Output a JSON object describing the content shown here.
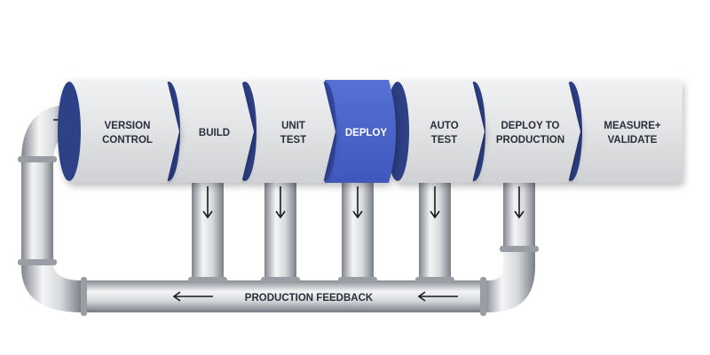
{
  "stages": [
    {
      "lines": [
        "VERSION",
        "CONTROL"
      ],
      "active": false
    },
    {
      "lines": [
        "BUILD"
      ],
      "active": false
    },
    {
      "lines": [
        "UNIT",
        "TEST"
      ],
      "active": false
    },
    {
      "lines": [
        "DEPLOY"
      ],
      "active": true
    },
    {
      "lines": [
        "AUTO",
        "TEST"
      ],
      "active": false
    },
    {
      "lines": [
        "DEPLOY TO",
        "PRODUCTION"
      ],
      "active": false
    },
    {
      "lines": [
        "MEASURE+",
        "VALIDATE"
      ],
      "active": false
    }
  ],
  "feedback_label": "PRODUCTION FEEDBACK",
  "colors": {
    "stage_face": "#e4e5e7",
    "stage_end": "#2e3f86",
    "active_face": "#4a64c8",
    "active_end": "#3548a4",
    "pipe": "#c5c8cd"
  },
  "icons": [
    "arrow-right-icon",
    "arrow-down-icon",
    "arrow-left-icon"
  ]
}
